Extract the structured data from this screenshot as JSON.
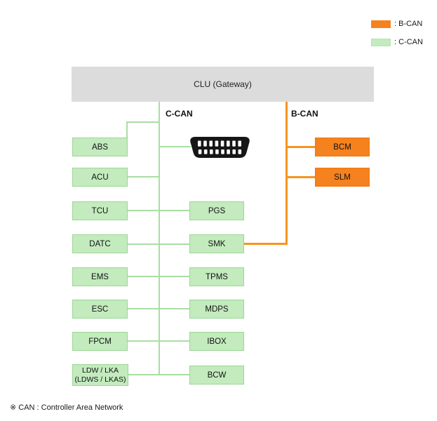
{
  "legend": {
    "items": [
      {
        "label": ": B-CAN",
        "color": "#F5821F"
      },
      {
        "label": ": C-CAN",
        "color": "#C3EBBE"
      }
    ]
  },
  "gateway": {
    "label": "CLU (Gateway)",
    "fill": "#DCDCDC"
  },
  "c_can": {
    "label": "C-CAN",
    "line_color": "#A9DEA3",
    "node_fill": "#C3EBBE",
    "node_border": "#9CD696",
    "left_nodes": [
      "ABS",
      "ACU",
      "TCU",
      "DATC",
      "EMS",
      "ESC",
      "FPCM"
    ],
    "ldw_node": {
      "line1": "LDW / LKA",
      "line2": "(LDWS / LKAS)"
    },
    "right_nodes": [
      "PGS",
      "SMK",
      "TPMS",
      "MDPS",
      "IBOX",
      "BCW"
    ],
    "connector_icon": "obd-diagnostic-connector-icon"
  },
  "b_can": {
    "label": "B-CAN",
    "line_color": "#F79420",
    "node_fill": "#F5821F",
    "nodes": [
      "BCM",
      "SLM"
    ]
  },
  "footnote": "※ CAN : Controller Area Network"
}
